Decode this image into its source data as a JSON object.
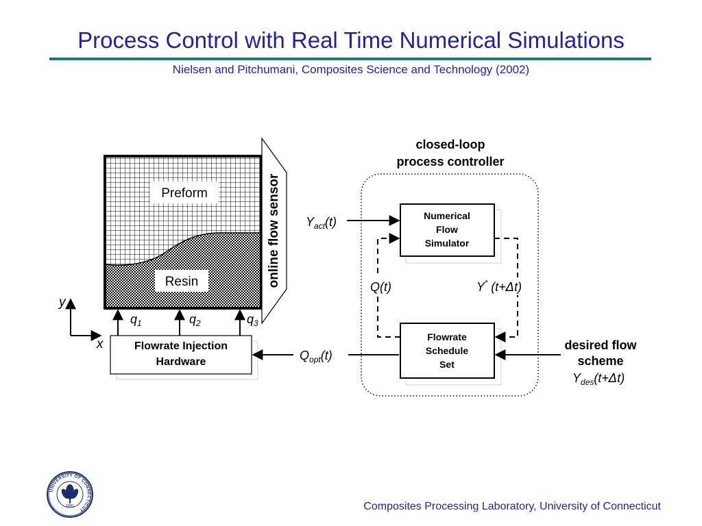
{
  "header": {
    "title": "Process Control with Real Time Numerical Simulations",
    "subtitle": "Nielsen and Pitchumani, Composites Science and Technology (2002)"
  },
  "diagram": {
    "mold": {
      "preform_label": "Preform",
      "resin_label": "Resin",
      "sensor_label": "online flow sensor",
      "axis_y": "y",
      "axis_x": "x",
      "inlets": [
        {
          "main": "q",
          "sub": "1"
        },
        {
          "main": "q",
          "sub": "2"
        },
        {
          "main": "q",
          "sub": "3"
        }
      ]
    },
    "controller": {
      "title_line1": "closed-loop",
      "title_line2": "process controller",
      "simulator_lines": [
        "Numerical",
        "Flow",
        "Simulator"
      ],
      "schedule_lines": [
        "Flowrate",
        "Schedule",
        "Set"
      ],
      "q_t": "Q(t)",
      "y_star": {
        "main": "Y",
        "sup": "*",
        "rest": " (t+",
        "delta": "Δ",
        "end": "t)"
      }
    },
    "injection": {
      "lines": [
        "Flowrate Injection",
        "Hardware"
      ]
    },
    "signals": {
      "y_act": {
        "main": "Y",
        "sub": "act",
        "rest": "(t)"
      },
      "q_opt": {
        "main": "Q",
        "sub": "opt",
        "rest": "(t)"
      }
    },
    "desired": {
      "line1": "desired flow",
      "line2": "scheme",
      "y_des": {
        "main": "Y",
        "sub": "des",
        "rest": "(t+",
        "delta": "Δ",
        "end": "t)"
      }
    }
  },
  "footer": {
    "lab": "Composites Processing Laboratory, University of Connecticut",
    "seal_text": "UNIVERSITY OF CONNECTICUT",
    "seal_year": "1881"
  },
  "colors": {
    "title": "#1f1fa8",
    "rule": "#1e7a6a",
    "seal": "#1a2f6b"
  }
}
